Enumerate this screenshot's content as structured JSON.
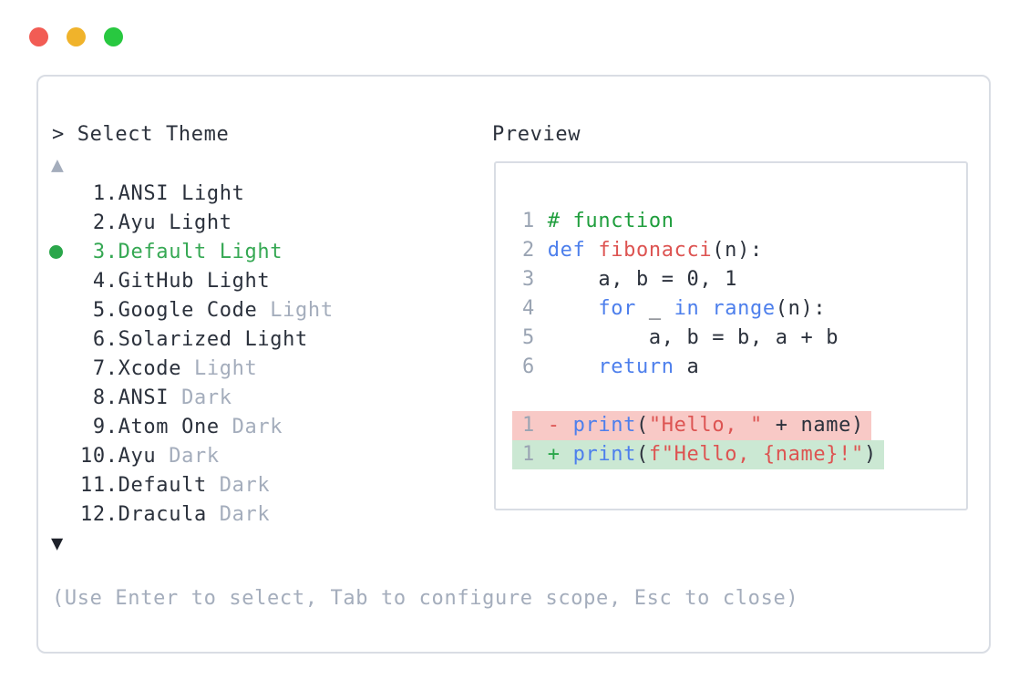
{
  "palette": {
    "window_border": "#d9dde4",
    "text_dark": "#2b313c",
    "text_muted": "#a4adbc",
    "line_number": "#9aa4b3",
    "green": "#35a853",
    "comment_green": "#1f9e3d",
    "keyword_blue": "#4d7fec",
    "string_red": "#dd5452",
    "diff_removed_bg": "#f8c9c6",
    "diff_added_bg": "#cbe8d3",
    "dot_green": "#2aa64a",
    "traffic_red": "#f25c54",
    "traffic_yellow": "#f0b32b",
    "traffic_green": "#28c840",
    "arrow_dark": "#1e222b"
  },
  "icons": {
    "scroll_up_glyph": "▲",
    "scroll_down_glyph": "▼",
    "selected_indicator": "dot"
  },
  "theme_picker": {
    "prompt": "> Select Theme",
    "footer_hint": "(Use Enter to select, Tab to configure scope, Esc to close)",
    "items": [
      {
        "num": " 1.",
        "num_color": "dark",
        "selected": false,
        "parts": [
          {
            "text": "ANSI Light",
            "color": "dark"
          }
        ]
      },
      {
        "num": " 2.",
        "num_color": "dark",
        "selected": false,
        "parts": [
          {
            "text": "Ayu Light",
            "color": "dark"
          }
        ]
      },
      {
        "num": " 3.",
        "num_color": "green",
        "selected": true,
        "parts": [
          {
            "text": "Default Light",
            "color": "green"
          }
        ]
      },
      {
        "num": " 4.",
        "num_color": "dark",
        "selected": false,
        "parts": [
          {
            "text": "GitHub Light",
            "color": "dark"
          }
        ]
      },
      {
        "num": " 5.",
        "num_color": "dark",
        "selected": false,
        "parts": [
          {
            "text": "Google Code ",
            "color": "dark"
          },
          {
            "text": "Light",
            "color": "muted"
          }
        ]
      },
      {
        "num": " 6.",
        "num_color": "dark",
        "selected": false,
        "parts": [
          {
            "text": "Solarized Light",
            "color": "dark"
          }
        ]
      },
      {
        "num": " 7.",
        "num_color": "dark",
        "selected": false,
        "parts": [
          {
            "text": "Xcode ",
            "color": "dark"
          },
          {
            "text": "Light",
            "color": "muted"
          }
        ]
      },
      {
        "num": " 8.",
        "num_color": "dark",
        "selected": false,
        "parts": [
          {
            "text": "ANSI ",
            "color": "dark"
          },
          {
            "text": "Dark",
            "color": "muted"
          }
        ]
      },
      {
        "num": " 9.",
        "num_color": "dark",
        "selected": false,
        "parts": [
          {
            "text": "Atom One ",
            "color": "dark"
          },
          {
            "text": "Dark",
            "color": "muted"
          }
        ]
      },
      {
        "num": "10.",
        "num_color": "dark",
        "selected": false,
        "parts": [
          {
            "text": "Ayu ",
            "color": "dark"
          },
          {
            "text": "Dark",
            "color": "muted"
          }
        ]
      },
      {
        "num": "11.",
        "num_color": "dark",
        "selected": false,
        "parts": [
          {
            "text": "Default ",
            "color": "dark"
          },
          {
            "text": "Dark",
            "color": "muted"
          }
        ]
      },
      {
        "num": "12.",
        "num_color": "dark",
        "selected": false,
        "parts": [
          {
            "text": "Dracula ",
            "color": "dark"
          },
          {
            "text": "Dark",
            "color": "muted"
          }
        ]
      }
    ]
  },
  "preview": {
    "label": "Preview",
    "code_lines": [
      {
        "num": "1",
        "tokens": [
          {
            "t": "# function",
            "c": "comment"
          }
        ]
      },
      {
        "num": "2",
        "tokens": [
          {
            "t": "def",
            "c": "kw"
          },
          {
            "t": " ",
            "c": "plain"
          },
          {
            "t": "fibonacci",
            "c": "fn"
          },
          {
            "t": "(n):",
            "c": "plain"
          }
        ]
      },
      {
        "num": "3",
        "tokens": [
          {
            "t": "    a, b = 0, 1",
            "c": "plain"
          }
        ]
      },
      {
        "num": "4",
        "tokens": [
          {
            "t": "    ",
            "c": "plain"
          },
          {
            "t": "for",
            "c": "kw"
          },
          {
            "t": " _ ",
            "c": "plain"
          },
          {
            "t": "in",
            "c": "kw"
          },
          {
            "t": " ",
            "c": "plain"
          },
          {
            "t": "range",
            "c": "kw"
          },
          {
            "t": "(n):",
            "c": "plain"
          }
        ]
      },
      {
        "num": "5",
        "tokens": [
          {
            "t": "        a, b = b, a + b",
            "c": "plain"
          }
        ]
      },
      {
        "num": "6",
        "tokens": [
          {
            "t": "    ",
            "c": "plain"
          },
          {
            "t": "return",
            "c": "kw"
          },
          {
            "t": " a",
            "c": "plain"
          }
        ]
      },
      {
        "spacer": true
      },
      {
        "num": "1",
        "bg": "removed",
        "tokens": [
          {
            "t": "-",
            "c": "minus"
          },
          {
            "t": " ",
            "c": "plain"
          },
          {
            "t": "print",
            "c": "kw"
          },
          {
            "t": "(",
            "c": "plain"
          },
          {
            "t": "\"Hello, \"",
            "c": "str"
          },
          {
            "t": " + name)",
            "c": "plain"
          }
        ]
      },
      {
        "num": "1",
        "bg": "added",
        "tokens": [
          {
            "t": "+",
            "c": "plus"
          },
          {
            "t": " ",
            "c": "plain"
          },
          {
            "t": "print",
            "c": "kw"
          },
          {
            "t": "(",
            "c": "plain"
          },
          {
            "t": "f\"Hello, {name}!\"",
            "c": "str"
          },
          {
            "t": ")",
            "c": "plain"
          }
        ]
      }
    ]
  }
}
